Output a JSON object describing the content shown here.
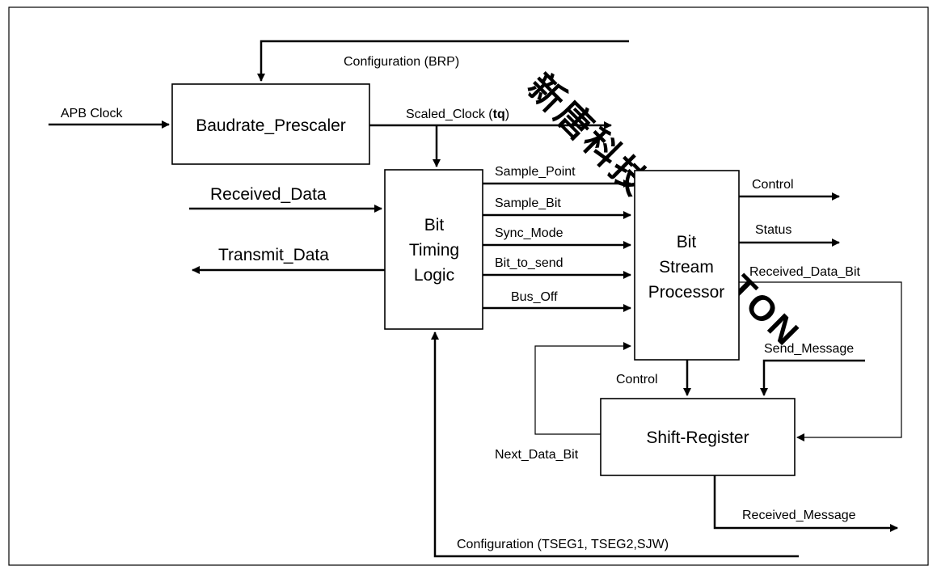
{
  "blocks": {
    "baudrate_prescaler": "Baudrate_Prescaler",
    "bit_timing_logic": [
      "Bit",
      "Timing",
      "Logic"
    ],
    "bit_stream_processor": [
      "Bit",
      "Stream",
      "Processor"
    ],
    "shift_register": "Shift-Register"
  },
  "signals": {
    "apb_clock": "APB Clock",
    "config_brp": "Configuration (BRP)",
    "scaled_clock": "Scaled_Clock (",
    "scaled_clock_tq": "tq",
    "scaled_clock_close": ")",
    "received_data": "Received_Data",
    "transmit_data": "Transmit_Data",
    "sample_point": "Sample_Point",
    "sample_bit": "Sample_Bit",
    "sync_mode": "Sync_Mode",
    "bit_to_send": "Bit_to_send",
    "bus_off": "Bus_Off",
    "control_out": "Control",
    "status_out": "Status",
    "received_data_bit": "Received_Data_Bit",
    "send_message": "Send_Message",
    "control_down": "Control",
    "next_data_bit": "Next_Data_Bit",
    "received_message": "Received_Message",
    "config_tseg": "Configuration (TSEG1, TSEG2,SJW)"
  },
  "watermark": "新唐科技 NUVOTON"
}
